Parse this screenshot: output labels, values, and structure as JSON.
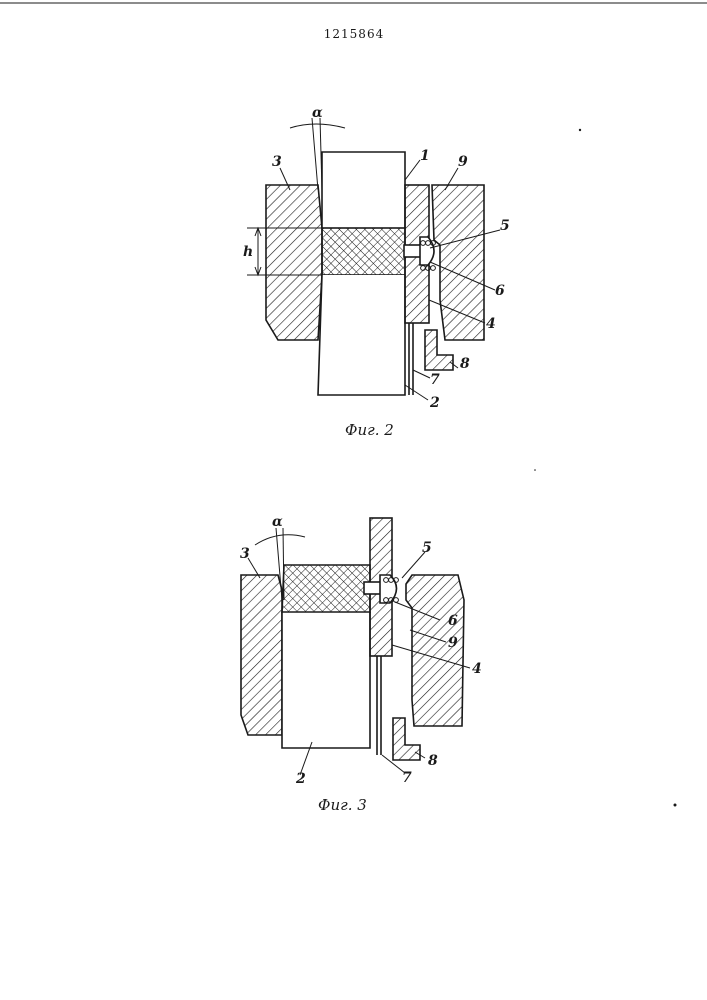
{
  "document": {
    "patent_number": "1215864"
  },
  "figures": [
    {
      "caption": "Фиг. 2",
      "angle_label": "α",
      "height_label": "h",
      "part_labels": [
        "1",
        "2",
        "3",
        "4",
        "5",
        "6",
        "7",
        "8",
        "9"
      ]
    },
    {
      "caption": "Фиг. 3",
      "angle_label": "α",
      "part_labels": [
        "2",
        "3",
        "4",
        "5",
        "6",
        "7",
        "8",
        "9"
      ]
    }
  ]
}
